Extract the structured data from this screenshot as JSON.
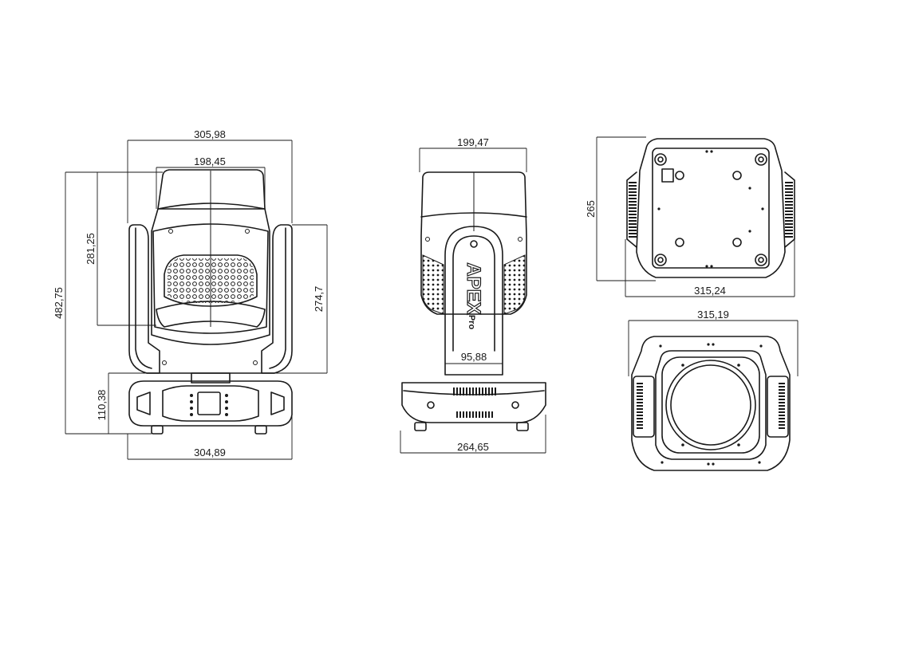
{
  "dimensions": {
    "front_overall_width": "305,98",
    "front_head_width": "198,45",
    "front_head_height": "281,25",
    "front_total_height": "482,75",
    "front_yoke_height": "274,7",
    "front_base_height": "110,38",
    "front_base_width": "304,89",
    "side_head_width": "199,47",
    "side_arm_width": "95,88",
    "side_base_width": "264,65",
    "top_height": "265",
    "top_width": "315,24",
    "bottom_width": "315,19"
  },
  "logo": {
    "brand": "APEX",
    "suffix": "Pro"
  }
}
